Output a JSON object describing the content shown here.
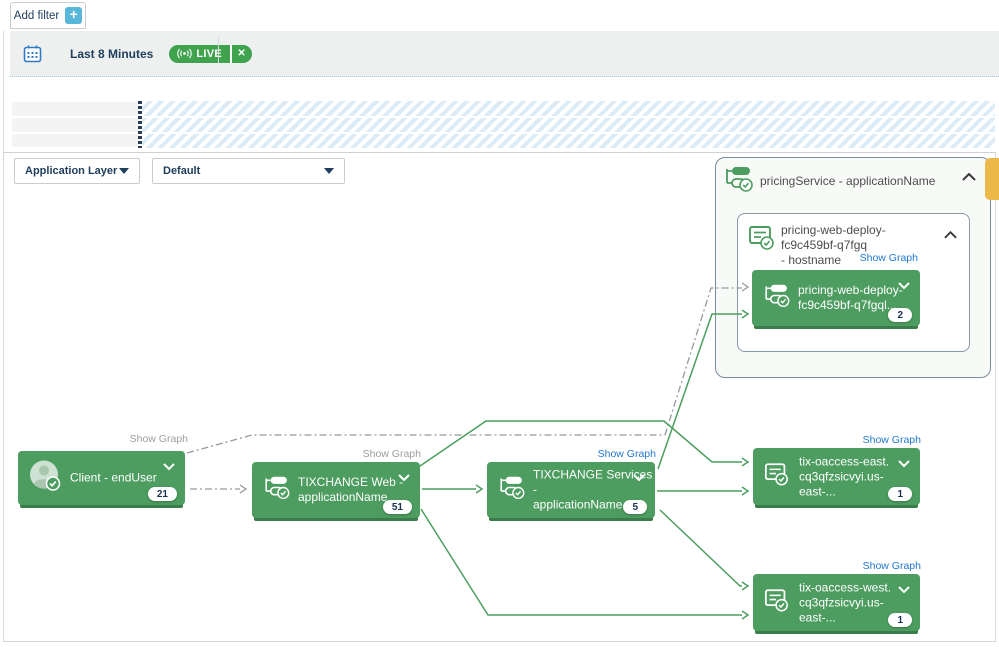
{
  "filter_bar": {
    "add_filter_label": "Add filter",
    "plus_icon": "+"
  },
  "toolbar": {
    "time_range": "Last 8 Minutes",
    "live_label": "LIVE",
    "close_icon": "✕",
    "calendar_icon": "calendar",
    "live_signal_icon": "broadcast"
  },
  "controls": {
    "layer_dropdown_value": "Application Layer",
    "perspective_dropdown_value": "Default"
  },
  "labels": {
    "show_graph": "Show Graph"
  },
  "pricing_panel": {
    "title": "pricingService - applicationName",
    "collapse_icon": "chevron-up",
    "host_group": {
      "title_line1": "pricing-web-deploy-fc9c459bf-q7fgq",
      "title_line2": "- hostname",
      "node": {
        "line1": "pricing-web-deploy-",
        "line2": "fc9c459bf-q7fgql...",
        "badge": "2"
      }
    }
  },
  "nodes": {
    "client": {
      "label": "Client - endUser",
      "badge": "21"
    },
    "web": {
      "line1": "TIXCHANGE Web -",
      "line2": "applicationName",
      "badge": "51"
    },
    "services": {
      "line1": "TIXCHANGE Services -",
      "line2": "applicationName",
      "badge": "5"
    },
    "east": {
      "line1": "tix-oaccess-east.",
      "line2": "cq3qfzsicvyi.us-east-...",
      "badge": "1"
    },
    "west": {
      "line1": "tix-oaccess-west.",
      "line2": "cq3qfzsicvyi.us-east-...",
      "badge": "1"
    }
  },
  "graph": {
    "edges": [
      {
        "from": "client",
        "to": "pricing-node",
        "style": "dashed"
      },
      {
        "from": "client",
        "to": "web",
        "style": "dashed"
      },
      {
        "from": "web",
        "to": "services",
        "style": "solid"
      },
      {
        "from": "web",
        "to": "east",
        "style": "solid"
      },
      {
        "from": "web",
        "to": "west",
        "style": "solid"
      },
      {
        "from": "services",
        "to": "pricing-node",
        "style": "solid"
      },
      {
        "from": "services",
        "to": "east",
        "style": "solid"
      },
      {
        "from": "services",
        "to": "west",
        "style": "solid"
      }
    ]
  },
  "colors": {
    "node_green": "#4d9c60",
    "node_shadow": "#3a7d4b",
    "edge_green": "#4c9e5e",
    "edge_gray": "#949a9c",
    "live_green": "#3fa24d",
    "link_blue": "#1f78d1",
    "teal_plus": "#58b7d9",
    "navy_text": "#1e3c5c",
    "stripe_blue": "#dcecf6",
    "amber": "#edb84a"
  }
}
